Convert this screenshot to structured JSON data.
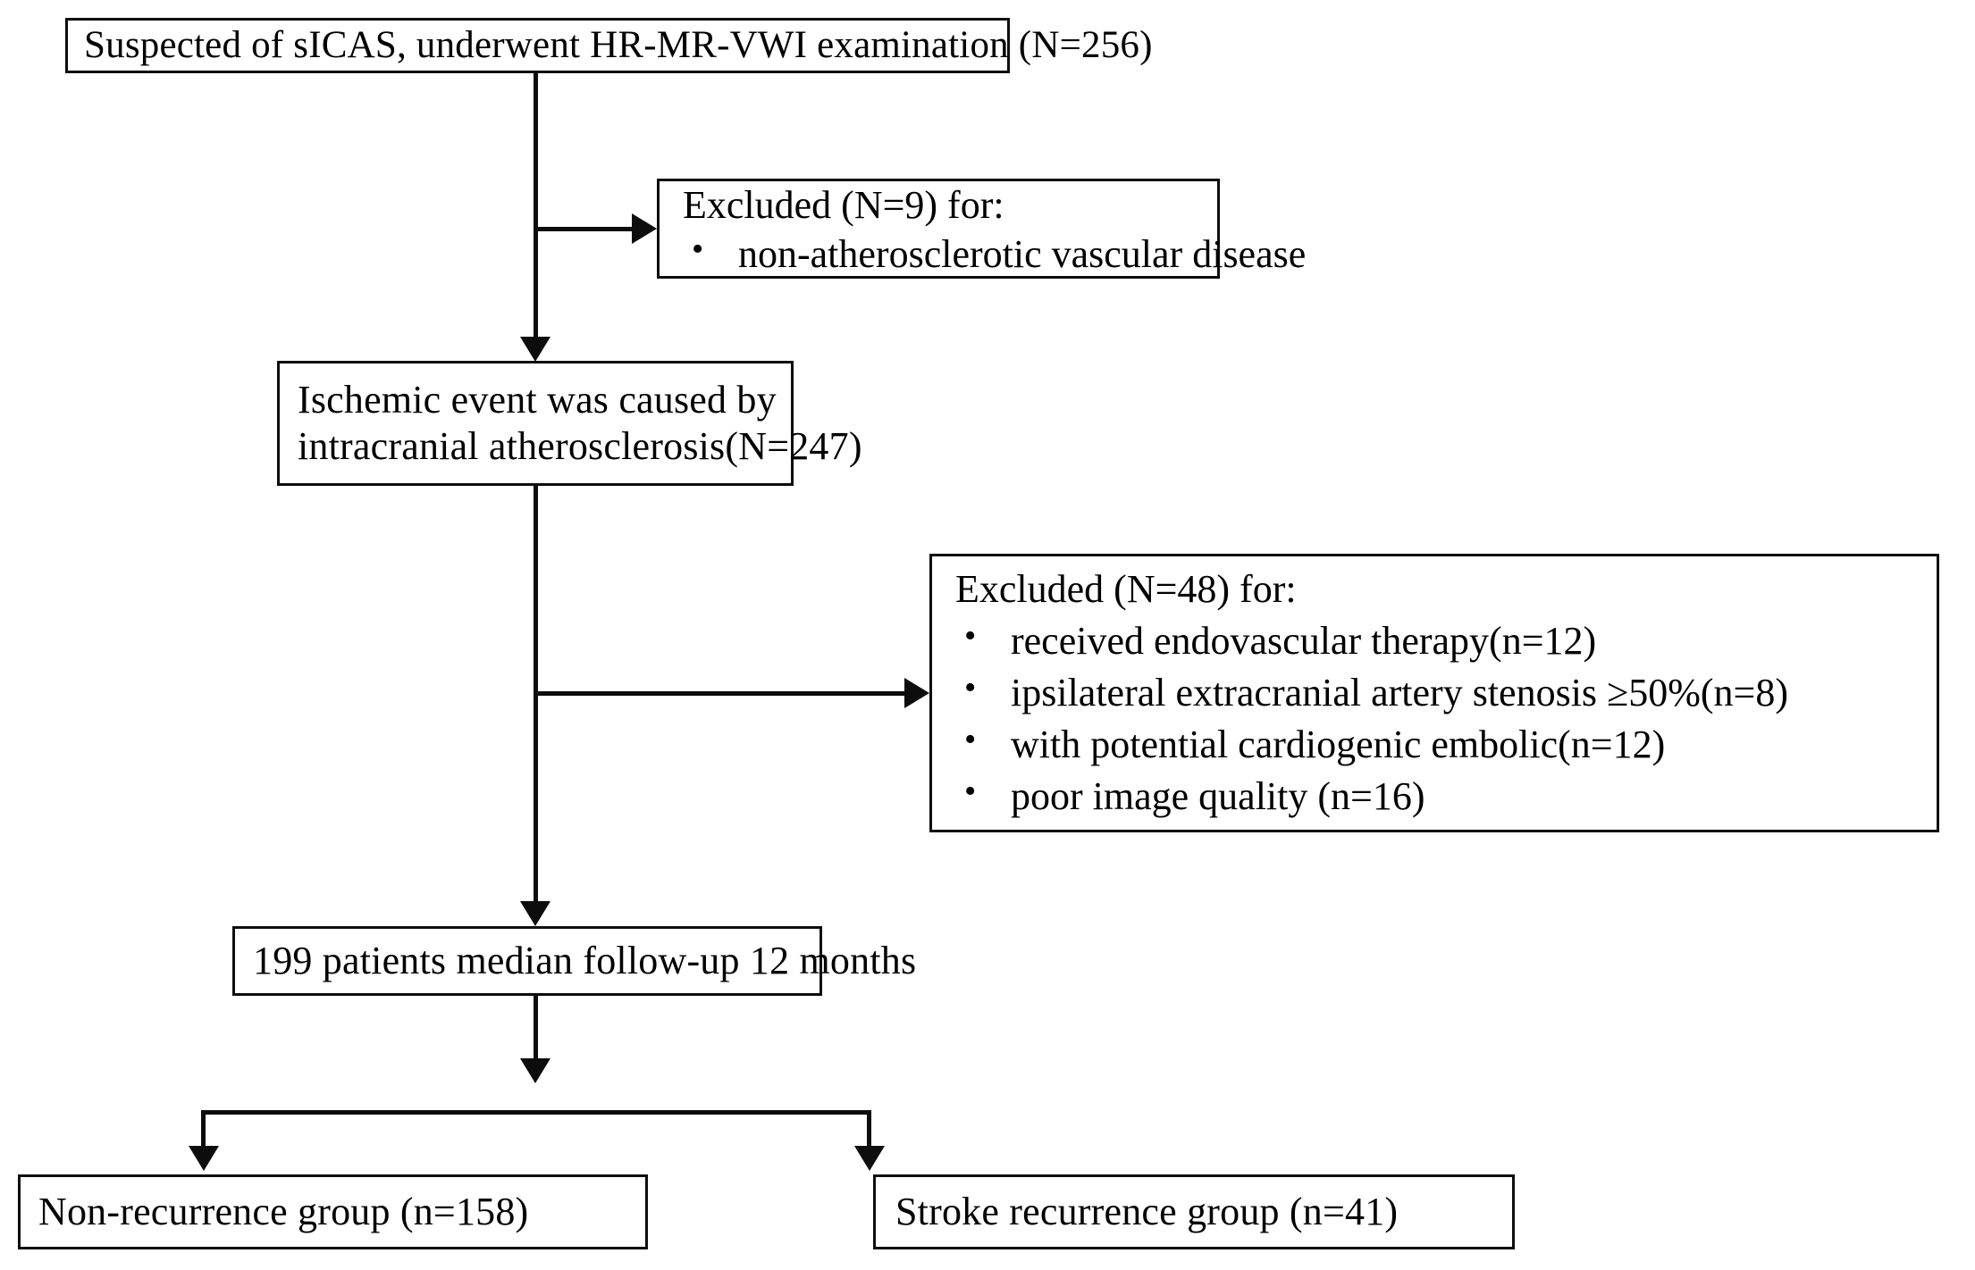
{
  "diagram": {
    "title": "Patient selection flowchart",
    "colors": {
      "stroke": "#0d0d0d",
      "background": "#ffffff"
    },
    "nodes": {
      "screened": {
        "text": "Suspected of sICAS, underwent HR-MR-VWI examination (N=256)"
      },
      "excluded_9": {
        "header": "Excluded (N=9) for:",
        "bullets": [
          "non-atherosclerotic vascular disease"
        ]
      },
      "ischemic": {
        "line1": "Ischemic event was caused by",
        "line2": "intracranial atherosclerosis(N=247)"
      },
      "excluded_48": {
        "header": "Excluded (N=48) for:",
        "bullets": [
          "received endovascular therapy(n=12)",
          "ipsilateral extracranial artery stenosis ≥50%(n=8)",
          "with potential cardiogenic embolic(n=12)",
          "poor image quality (n=16)"
        ]
      },
      "followup": {
        "text": "199 patients median follow-up 12 months"
      },
      "non_recurrence": {
        "text": "Non-recurrence group (n=158)"
      },
      "recurrence": {
        "text": "Stroke recurrence group (n=41)"
      }
    }
  }
}
